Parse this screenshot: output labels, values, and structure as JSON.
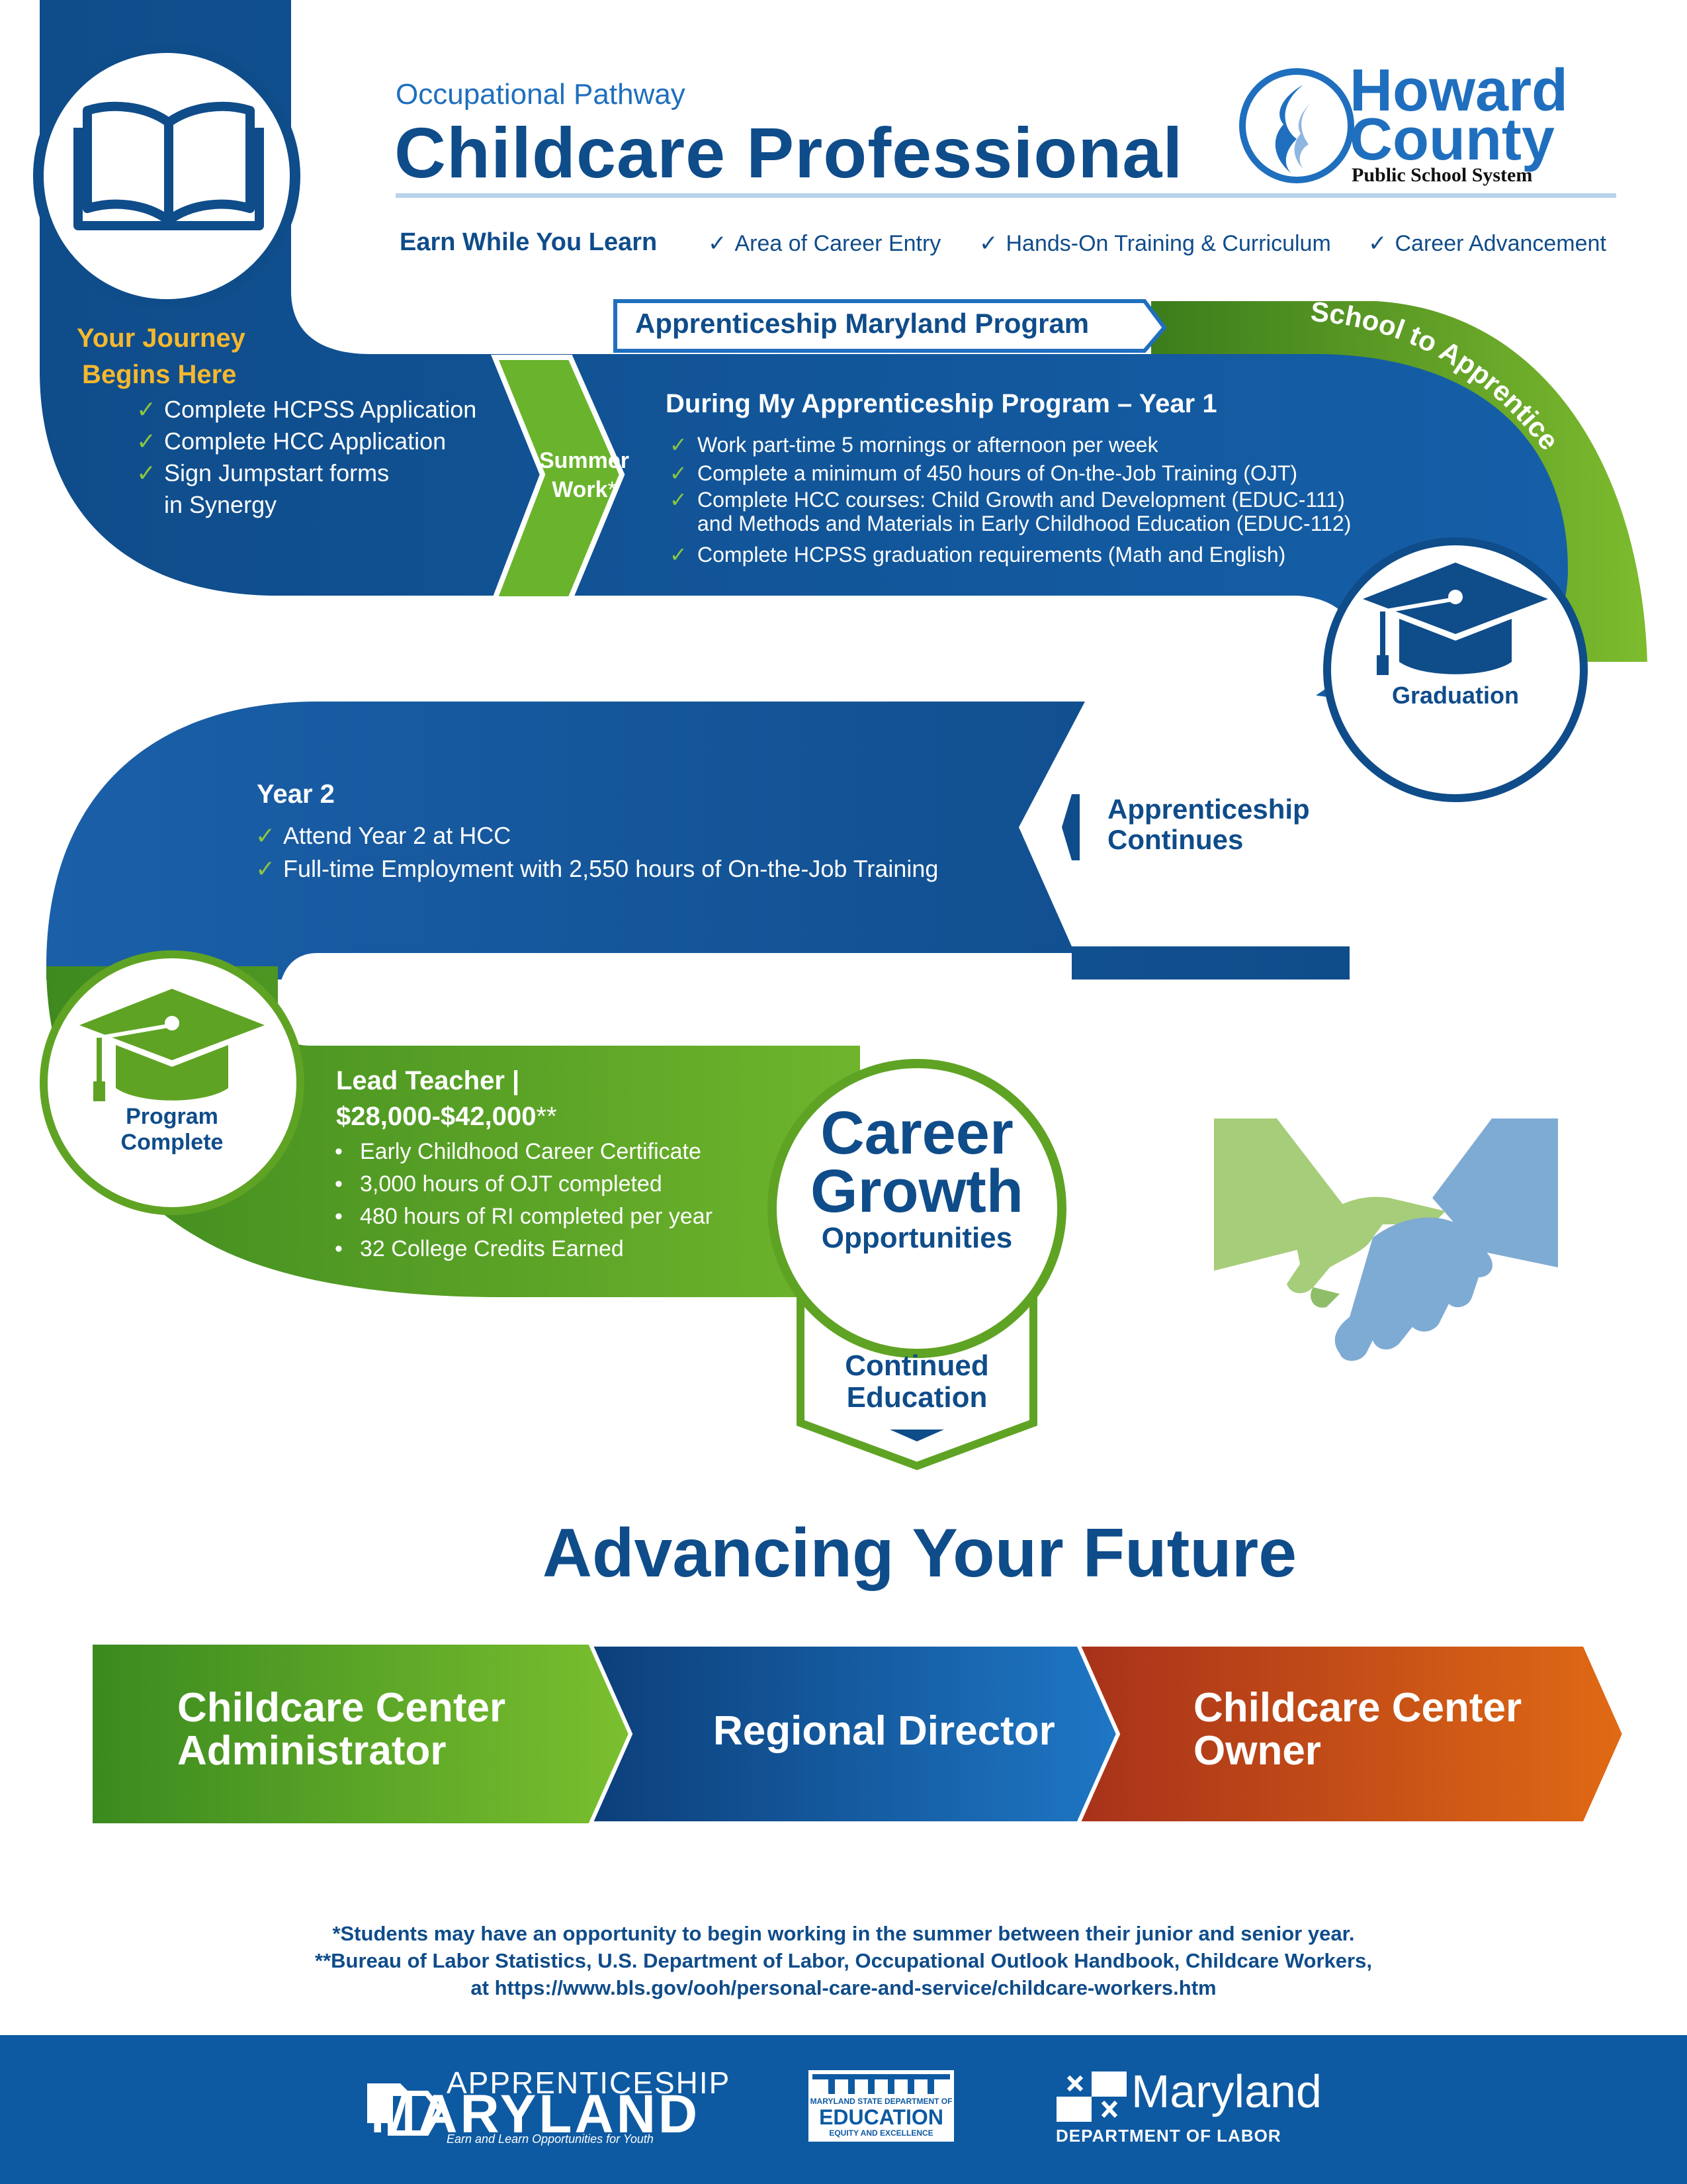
{
  "header": {
    "subtitle": "Occupational Pathway",
    "title": "Childcare Professional",
    "logo": {
      "line1": "Howard",
      "line2": "County",
      "line3": "Public School System"
    },
    "earn_label": "Earn While You Learn",
    "benefits": [
      "Area of Career Entry",
      "Hands-On Training & Curriculum",
      "Career Advancement"
    ]
  },
  "journey": {
    "title_line1": "Your Journey",
    "title_line2": "Begins Here",
    "items": [
      "Complete HCPSS Application",
      "Complete HCC Application",
      "Sign Jumpstart forms",
      "in Synergy"
    ]
  },
  "summer": {
    "line1": "Summer",
    "line2": "Work",
    "mark": "*"
  },
  "apprenticeship_tab": "Apprenticeship Maryland Program",
  "ribbon_label": "School to Apprentice",
  "year1": {
    "title": "During My Apprenticeship Program – Year 1",
    "items": [
      "Work part-time 5 mornings or afternoon per week",
      "Complete a minimum of 450 hours of On-the-Job Training (OJT)",
      "Complete HCC courses: Child Growth and Development (EDUC-111)",
      "and Methods and Materials in Early Childhood Education (EDUC-112)",
      "Complete HCPSS graduation requirements (Math and English)"
    ]
  },
  "graduation_label": "Graduation",
  "year2": {
    "title": "Year 2",
    "items": [
      "Attend Year 2 at HCC",
      "Full-time Employment with 2,550 hours of On-the-Job Training"
    ]
  },
  "continues": {
    "line1": "Apprenticeship",
    "line2": "Continues"
  },
  "program_complete": {
    "line1": "Program",
    "line2": "Complete"
  },
  "lead": {
    "title": "Lead Teacher |",
    "salary": "$28,000-$42,000",
    "salary_mark": "**",
    "items": [
      "Early Childhood Career Certificate",
      "3,000 hours of OJT completed",
      "480 hours of RI completed per year",
      "32 College Credits Earned"
    ]
  },
  "career": {
    "line1": "Career",
    "line2": "Growth",
    "line3": "Opportunities"
  },
  "continued": {
    "line1": "Continued",
    "line2": "Education"
  },
  "advancing_title": "Advancing Your Future",
  "advancement": [
    {
      "line1": "Childcare Center",
      "line2": "Administrator"
    },
    {
      "line1": "Regional Director",
      "line2": ""
    },
    {
      "line1": "Childcare Center",
      "line2": "Owner"
    }
  ],
  "footnotes": [
    "*Students may have an opportunity to begin working in the summer between their junior and senior year.",
    "**Bureau of Labor Statistics, U.S. Department of Labor, Occupational Outlook Handbook, Childcare Workers,",
    "at https://www.bls.gov/ooh/personal-care-and-service/childcare-workers.htm"
  ],
  "partners": {
    "apprenticeship": {
      "small": "APPRENTICESHIP",
      "big": "MARYLAND",
      "tag": "Earn and Learn Opportunities for Youth"
    },
    "msde": {
      "line1": "MARYLAND STATE DEPARTMENT OF",
      "line2": "EDUCATION",
      "line3": "EQUITY AND EXCELLENCE"
    },
    "labor": {
      "line1": "Maryland",
      "line2": "DEPARTMENT OF LABOR"
    }
  },
  "colors": {
    "navy": "#0f4c8a",
    "blue": "#1f6fbe",
    "green": "#5fa324",
    "lightgreen": "#8cc63f",
    "gold": "#f5b82e",
    "orange": "#c9501c"
  }
}
